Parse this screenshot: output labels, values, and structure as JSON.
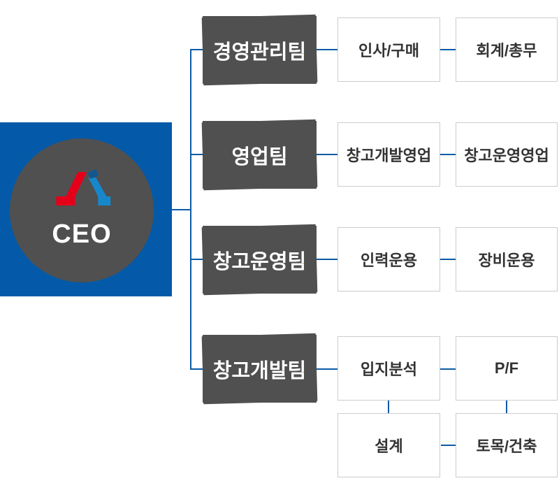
{
  "ceo": {
    "label": "CEO"
  },
  "colors": {
    "panel_blue": "#045aa8",
    "connector_blue": "#0b5ba5",
    "team_gray": "#505050",
    "box_border": "#cccccc",
    "box_text": "#333333",
    "logo_red": "#e50019",
    "logo_blue": "#1787cc",
    "logo_dot_blue": "#14578f"
  },
  "teams": [
    {
      "label": "경영관리팀",
      "children": [
        "인사/구매",
        "회계/총무"
      ]
    },
    {
      "label": "영업팀",
      "children": [
        "창고개발영업",
        "창고운영영업"
      ]
    },
    {
      "label": "창고운영팀",
      "children": [
        "인력운용",
        "장비운용"
      ]
    },
    {
      "label": "창고개발팀",
      "children": [
        "입지분석",
        "P/F"
      ],
      "sub_children": [
        "설계",
        "토목/건축"
      ]
    }
  ]
}
